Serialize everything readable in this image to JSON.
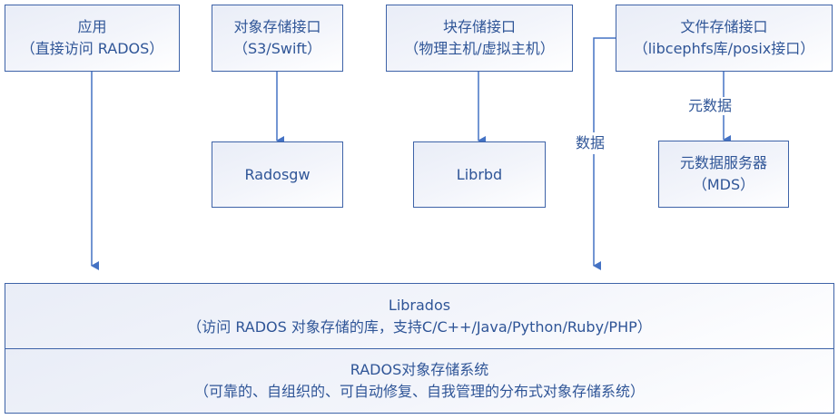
{
  "diagram": {
    "top_boxes": [
      {
        "title": "应用",
        "subtitle": "（直接访问 RADOS）"
      },
      {
        "title": "对象存储接口",
        "subtitle": "（S3/Swift）"
      },
      {
        "title": "块存储接口",
        "subtitle": "（物理主机/虚拟主机）"
      },
      {
        "title": "文件存储接口",
        "subtitle": "（libcephfs库/posix接口）"
      }
    ],
    "middle_boxes": [
      {
        "title": "Radosgw"
      },
      {
        "title": "Librbd"
      },
      {
        "title": "元数据服务器",
        "subtitle": "（MDS）"
      }
    ],
    "edge_labels": {
      "metadata": "元数据",
      "data": "数据"
    },
    "librados": {
      "title": "Librados",
      "subtitle": "（访问 RADOS 对象存储的库，支持C/C++/Java/Python/Ruby/PHP）"
    },
    "rados": {
      "title": "RADOS对象存储系统",
      "subtitle": "（可靠的、自组织的、可自动修复、自我管理的分布式对象存储系统）"
    },
    "colors": {
      "stroke": "#3E63A8",
      "text": "#2F5597",
      "fill_start": "#E9EDF7"
    }
  }
}
